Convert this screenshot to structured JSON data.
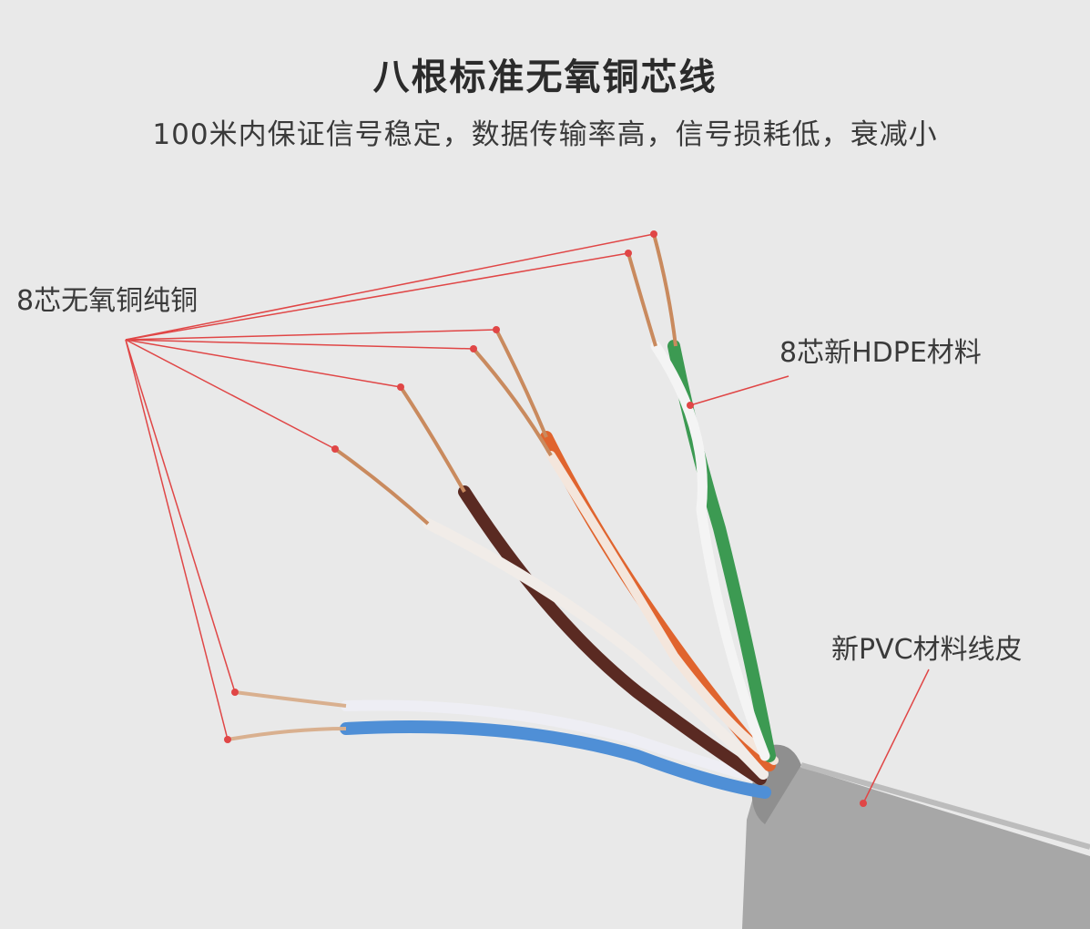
{
  "title": "八根标准无氧铜芯线",
  "subtitle": "100米内保证信号稳定，数据传输率高，信号损耗低，衰减小",
  "callouts": {
    "copper": "8芯无氧铜纯铜",
    "insulation": "8芯新HDPE材料",
    "jacket": "新PVC材料线皮"
  },
  "colors": {
    "background": "#e9e9e9",
    "callout_line": "#e04646",
    "jacket": "#a9a9a9",
    "copper": "#c98a5e",
    "brown": "#5a2a22",
    "orange": "#e0642e",
    "green": "#3c9a52",
    "blue": "#4f8fd6",
    "white": "#f2f2f2"
  }
}
